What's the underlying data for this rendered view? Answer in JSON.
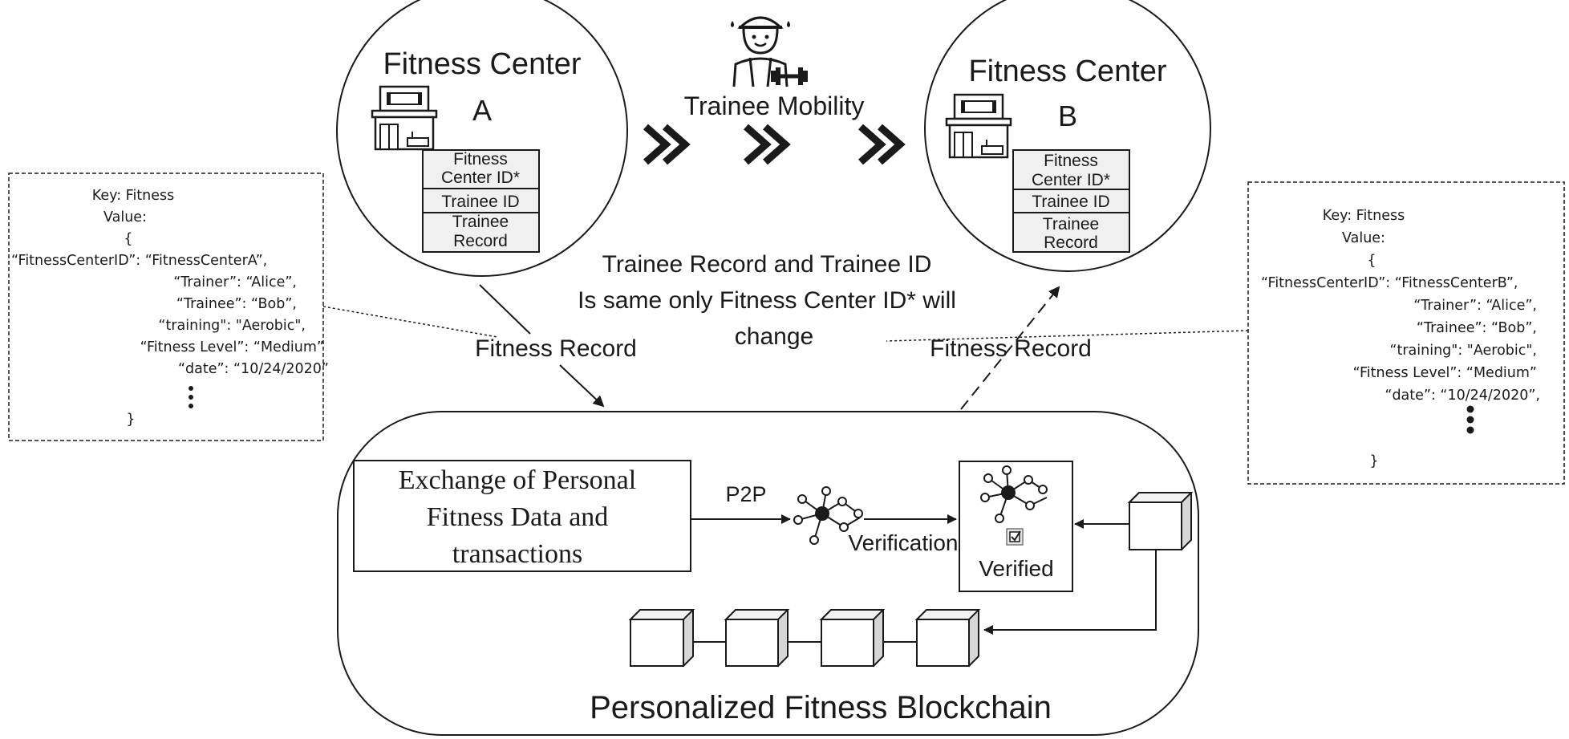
{
  "center_a": {
    "title": "Fitness Center",
    "letter": "A",
    "table": [
      "Fitness",
      "Center ID*",
      "Trainee ID",
      "Trainee",
      "Record"
    ]
  },
  "center_b": {
    "title": "Fitness Center",
    "letter": "B",
    "table": [
      "Fitness",
      "Center ID*",
      "Trainee ID",
      "Trainee",
      "Record"
    ]
  },
  "mobility_label": "Trainee Mobility",
  "note": [
    "Trainee Record and Trainee ID",
    "Is same only Fitness Center ID* will",
    "change"
  ],
  "fitness_record_left": "Fitness Record",
  "fitness_record_right": "Fitness Record",
  "record_a": {
    "lines": [
      "Key: Fitness",
      "Value:",
      "{",
      "“FitnessCenterID”: “FitnessCenterA”,",
      "“Trainer”: “Alice”,",
      "“Trainee”: “Bob”,",
      "“training\": \"Aerobic\",",
      "“Fitness Level”: “Medium”",
      "“date”: “10/24/2020”",
      "}"
    ]
  },
  "record_b": {
    "lines": [
      "Key: Fitness",
      "Value:",
      "{",
      "“FitnessCenterID”: “FitnessCenterB”,",
      "“Trainer”: “Alice”,",
      "“Trainee”: “Bob”,",
      "“training\": \"Aerobic\",",
      "“Fitness Level”: “Medium”",
      "“date”: “10/24/2020”,",
      "}"
    ]
  },
  "blockchain": {
    "exchange_box": [
      "Exchange of Personal",
      "Fitness Data and",
      "transactions"
    ],
    "p2p_label": "P2P",
    "verification_label": "Verification",
    "verified_label": "Verified",
    "title": "Personalized Fitness Blockchain"
  },
  "icons": [
    "gym-building-icon",
    "trainee-icon",
    "network-node-icon",
    "checkbox-icon",
    "block-cube-icon",
    "chevron-double-icon"
  ]
}
